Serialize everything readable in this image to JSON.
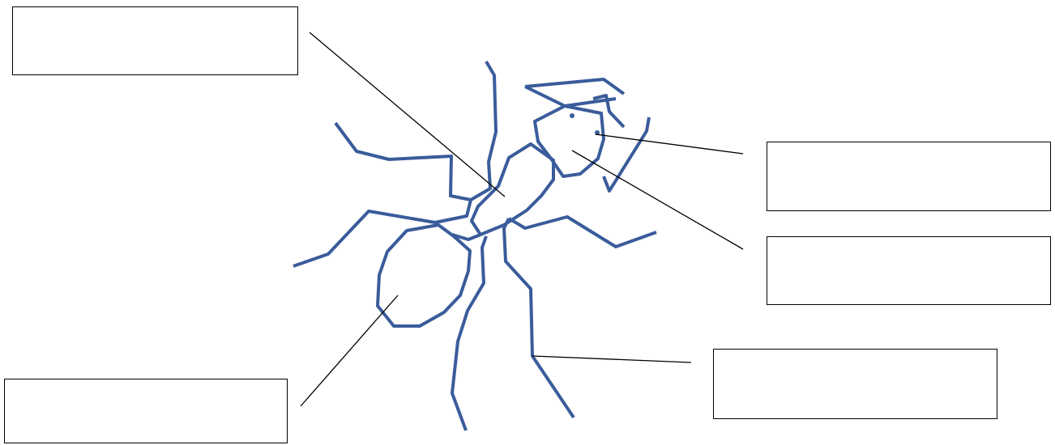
{
  "diagram": {
    "subject": "ant",
    "ant_color": "#3A5C9B",
    "leader_color": "#000000",
    "label_boxes": [
      {
        "id": "top-left",
        "text": ""
      },
      {
        "id": "right-upper",
        "text": ""
      },
      {
        "id": "right-middle",
        "text": ""
      },
      {
        "id": "right-lower",
        "text": ""
      },
      {
        "id": "bottom-left",
        "text": ""
      }
    ]
  }
}
